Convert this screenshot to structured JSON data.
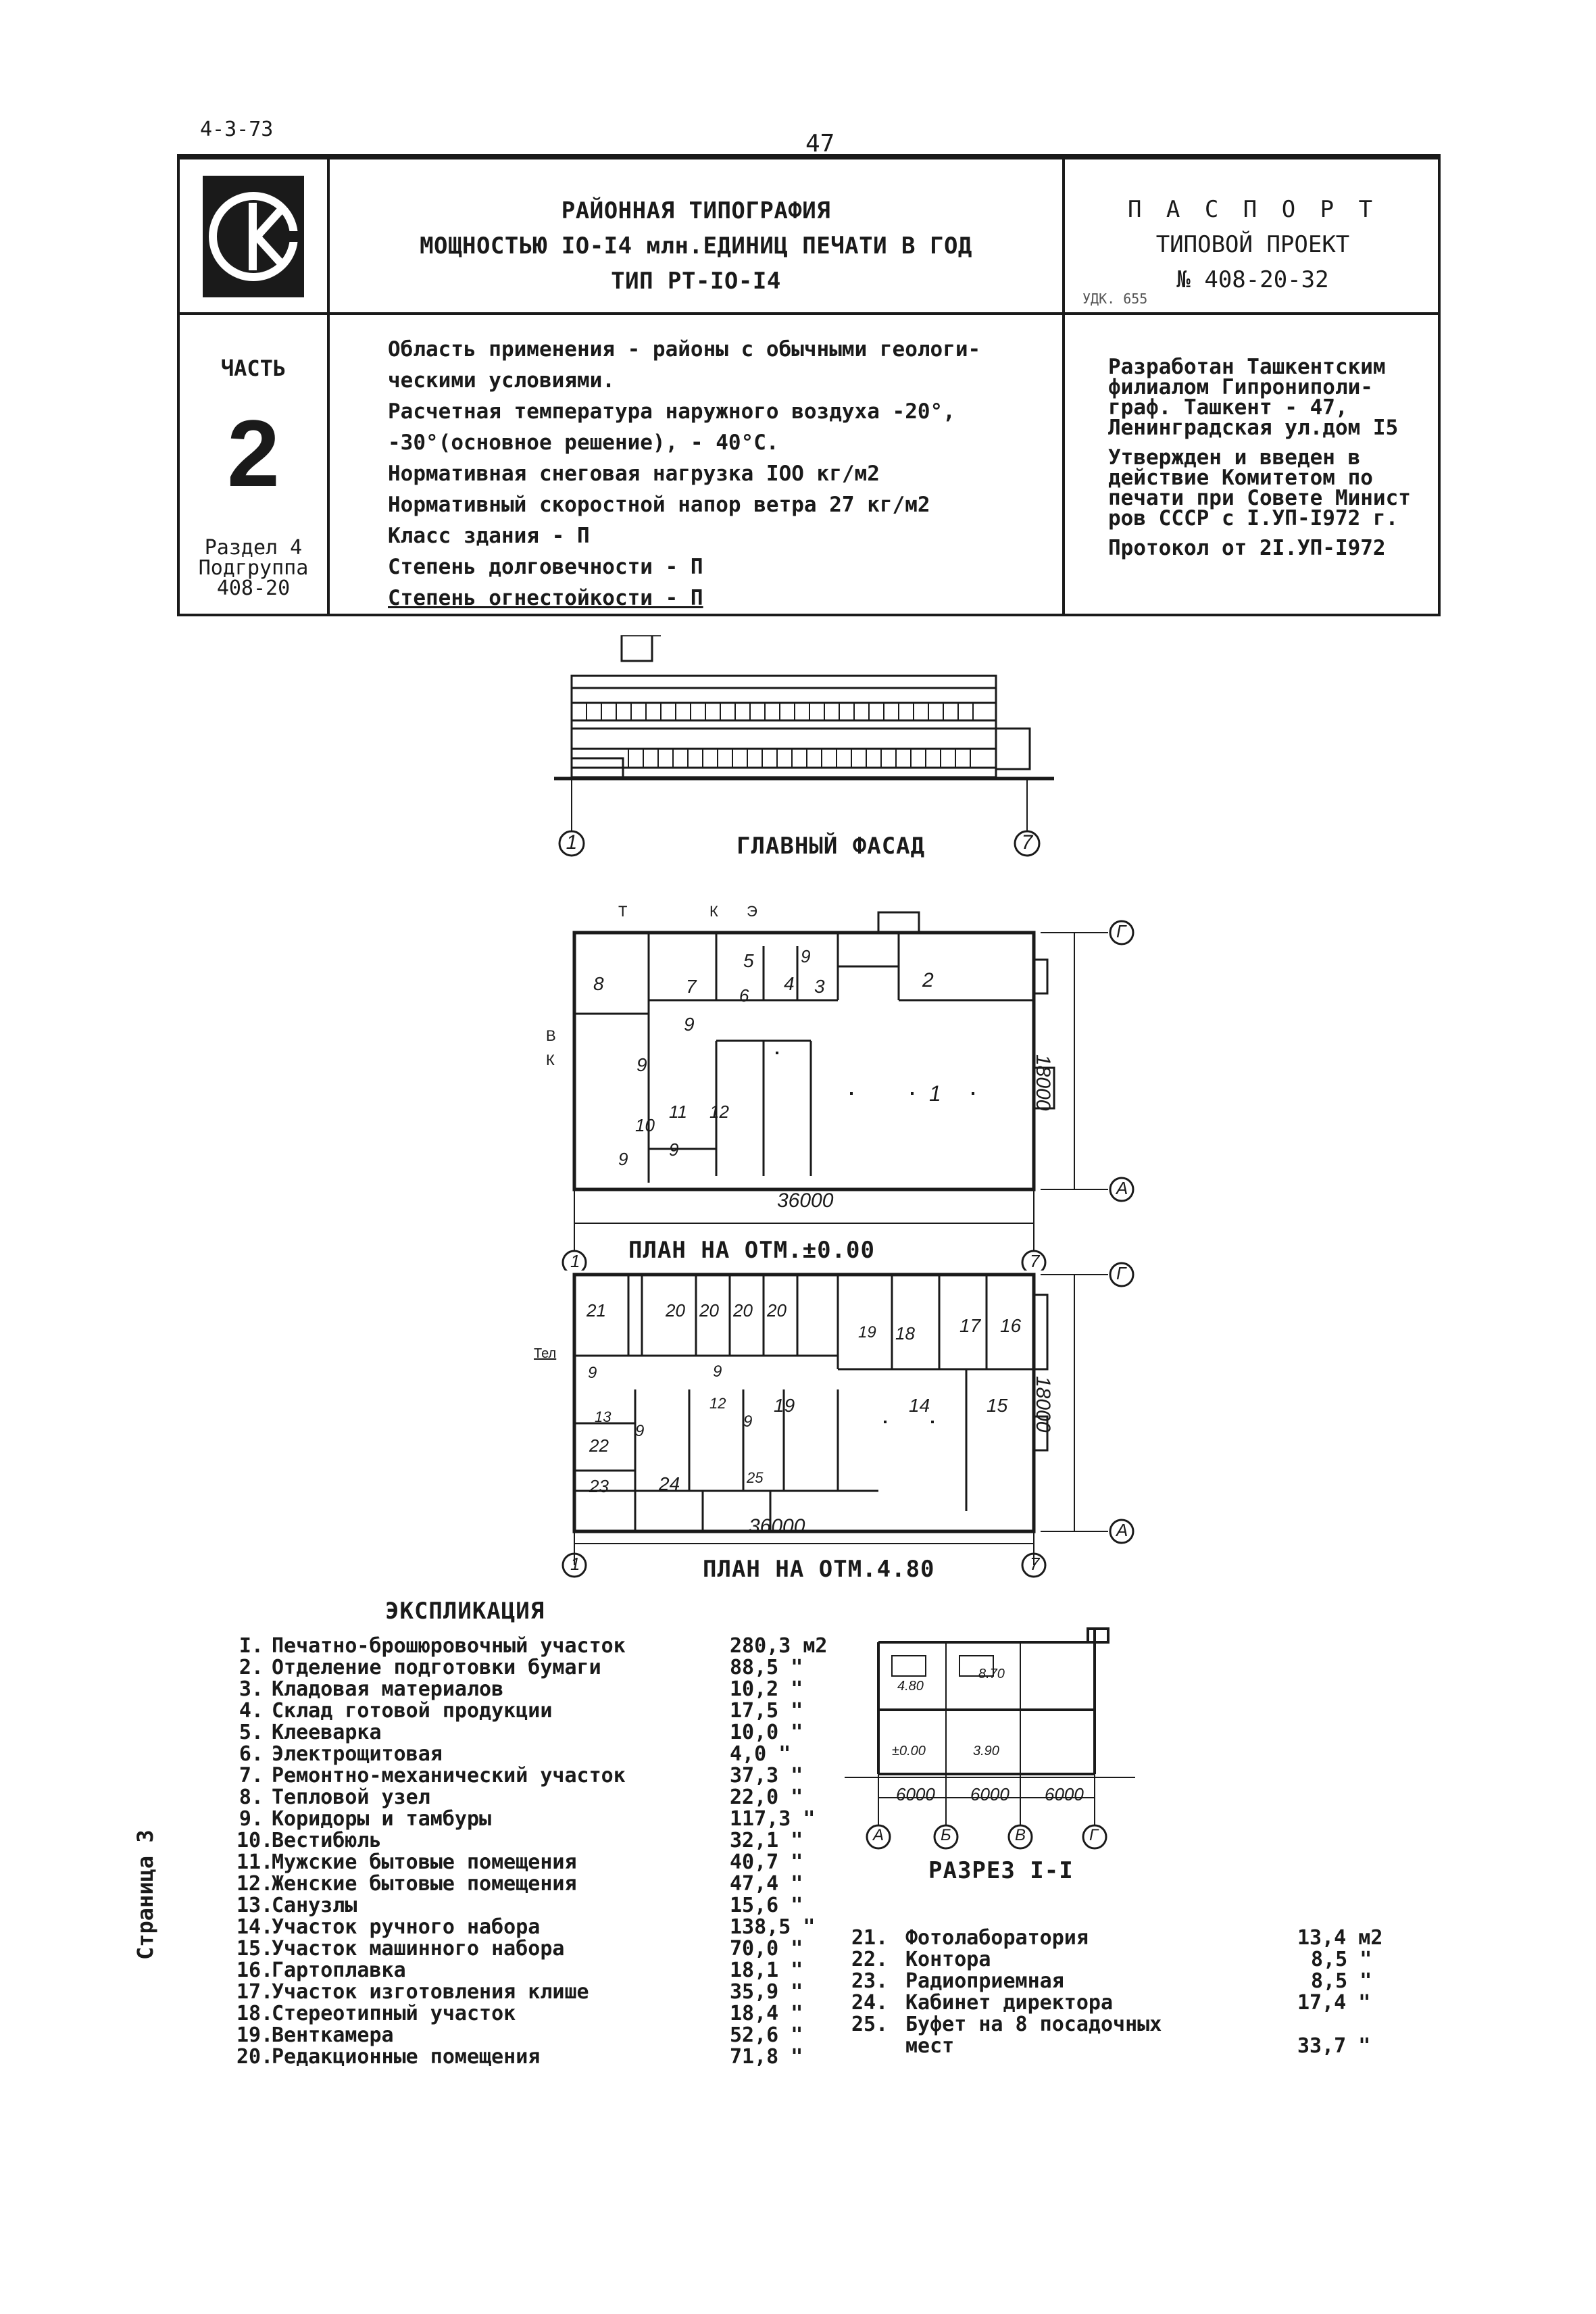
{
  "doc": {
    "code": "4-3-73",
    "page_number": "47",
    "side_label": "Страница 3"
  },
  "header": {
    "title_lines": [
      "РАЙОННАЯ ТИПОГРАФИЯ",
      "МОЩНОСТЬЮ IO-I4 млн.ЕДИНИЦ ПЕЧАТИ В ГОД",
      "ТИП РТ-IO-I4"
    ],
    "passport_title": "П А С П О Р Т",
    "project_type": "ТИПОВОЙ ПРОЕКТ",
    "project_number": "№ 408-20-32",
    "udk": "УДК. 655",
    "part_label": "ЧАСТЬ",
    "part_number": "2",
    "section": "Раздел 4",
    "subgroup": "Подгруппа",
    "subgroup_code": "408-20",
    "params": [
      "Область применения - районы с обычными геологи-",
      "ческими условиями.",
      "Расчетная температура наружного воздуха -20°,",
      "-30°(основное решение), - 40°С.",
      "Нормативная снеговая нагрузка IOO кг/м2",
      "Нормативный скоростной напор ветра 27 кг/м2",
      "Класс здания - П",
      "Степень долговечности - П",
      "Степень огнестойкости - П"
    ],
    "developer": [
      "Разработан Ташкентским",
      "филиалом Гипрониполи-",
      "граф. Ташкент - 47,",
      "Ленинградская ул.дом I5"
    ],
    "approval": [
      "Утвержден и введен в",
      "действие Комитетом по",
      "печати при Совете Минист",
      "ров СССР с I.УП-I972 г."
    ],
    "protocol": "Протокол от 2I.УП-I972"
  },
  "drawings": {
    "facade_caption": "ГЛАВНЫЙ ФАСАД",
    "axis_1": "1",
    "axis_7": "7",
    "axis_G": "Г",
    "axis_A": "А",
    "axis_B": "Б",
    "axis_V": "В",
    "plan1_caption": "ПЛАН НА ОТМ.±0.00",
    "plan2_caption": "ПЛАН НА ОТМ.4.80",
    "dim_36000": "36000",
    "dim_18000": "18000",
    "section_caption": "РАЗРЕЗ I-I",
    "section_dims": [
      "6000",
      "6000",
      "6000"
    ],
    "levels": [
      "4.80",
      "8.70",
      "±0.00",
      "3.90"
    ],
    "plan1_rooms": [
      "1",
      "2",
      "3",
      "4",
      "5",
      "6",
      "7",
      "8",
      "9",
      "9",
      "9",
      "9",
      "9",
      "10",
      "11",
      "12"
    ],
    "plan2_rooms": [
      "14",
      "15",
      "16",
      "17",
      "18",
      "19",
      "19",
      "20",
      "20",
      "20",
      "20",
      "21",
      "22",
      "23",
      "24",
      "25",
      "12",
      "13",
      "9",
      "9",
      "9",
      "9"
    ],
    "mark_labels": [
      "Т",
      "К",
      "Э",
      "В",
      "К",
      "Тел",
      "I"
    ]
  },
  "explication": {
    "title": "ЭКСПЛИКАЦИЯ",
    "items": [
      {
        "n": "I.",
        "name": "Печатно-брошюровочный участок",
        "area": "280,3 м2"
      },
      {
        "n": "2.",
        "name": "Отделение подготовки бумаги",
        "area": "88,5 \""
      },
      {
        "n": "3.",
        "name": "Кладовая материалов",
        "area": "10,2 \""
      },
      {
        "n": "4.",
        "name": "Склад готовой продукции",
        "area": "17,5 \""
      },
      {
        "n": "5.",
        "name": "Клееварка",
        "area": "10,0 \""
      },
      {
        "n": "6.",
        "name": "Электрощитовая",
        "area": "4,0 \""
      },
      {
        "n": "7.",
        "name": "Ремонтно-механический участок",
        "area": "37,3 \""
      },
      {
        "n": "8.",
        "name": "Тепловой узел",
        "area": "22,0 \""
      },
      {
        "n": "9.",
        "name": "Коридоры и тамбуры",
        "area": "117,3 \""
      },
      {
        "n": "10.",
        "name": "Вестибюль",
        "area": "32,1 \""
      },
      {
        "n": "11.",
        "name": "Мужские бытовые помещения",
        "area": "40,7 \""
      },
      {
        "n": "12.",
        "name": "Женские бытовые помещения",
        "area": "47,4 \""
      },
      {
        "n": "13.",
        "name": "Санузлы",
        "area": "15,6 \""
      },
      {
        "n": "14.",
        "name": "Участок ручного набора",
        "area": "138,5 \""
      },
      {
        "n": "15.",
        "name": "Участок машинного набора",
        "area": "70,0 \""
      },
      {
        "n": "16.",
        "name": "Гартоплавка",
        "area": "18,1 \""
      },
      {
        "n": "17.",
        "name": "Участок изготовления клише",
        "area": "35,9 \""
      },
      {
        "n": "18.",
        "name": "Стереотипный участок",
        "area": "18,4 \""
      },
      {
        "n": "19.",
        "name": "Венткамера",
        "area": "52,6 \""
      },
      {
        "n": "20.",
        "name": "Редакционные помещения",
        "area": "71,8 \""
      }
    ],
    "items_right": [
      {
        "n": "21.",
        "name": "Фотолаборатория",
        "area": "13,4 м2"
      },
      {
        "n": "22.",
        "name": "Контора",
        "area": "8,5 \""
      },
      {
        "n": "23.",
        "name": "Радиоприемная",
        "area": "8,5 \""
      },
      {
        "n": "24.",
        "name": "Кабинет директора",
        "area": "17,4 \""
      },
      {
        "n": "25.",
        "name": "Буфет на 8 посадочных",
        "area": ""
      },
      {
        "n": "",
        "name": "мест",
        "area": "33,7 \""
      }
    ]
  }
}
